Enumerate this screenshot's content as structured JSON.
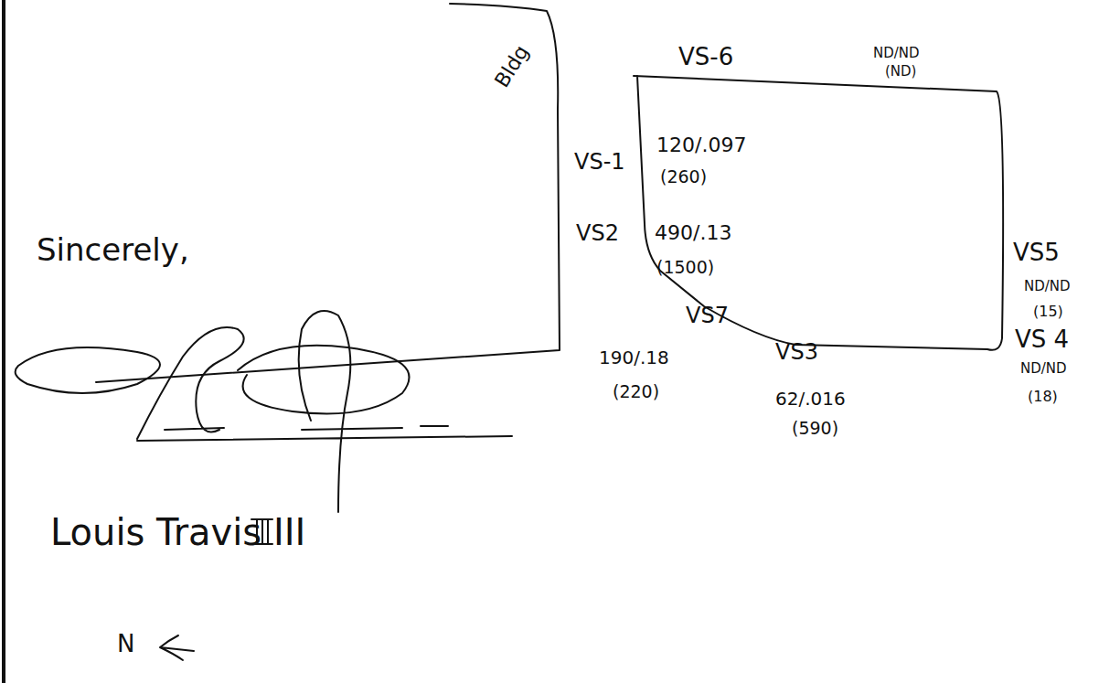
{
  "diagram": {
    "nodes": [
      {
        "text": [
          "Bldg"
        ]
      }
    ],
    "labels": [
      "VS-6",
      "ND/ND",
      "(ND)",
      "VS-1",
      "120/.097",
      "(260)",
      "VS2",
      "490/.13",
      "(1500)",
      "VS7",
      "190/.18",
      "(220)",
      "VS3",
      "62/.016",
      "(590)",
      "VS5",
      "ND/ND",
      "(15)",
      "VS 4",
      "ND/ND",
      "(18)",
      "Sincerely,",
      "Louis Travis III",
      "N"
    ]
  }
}
